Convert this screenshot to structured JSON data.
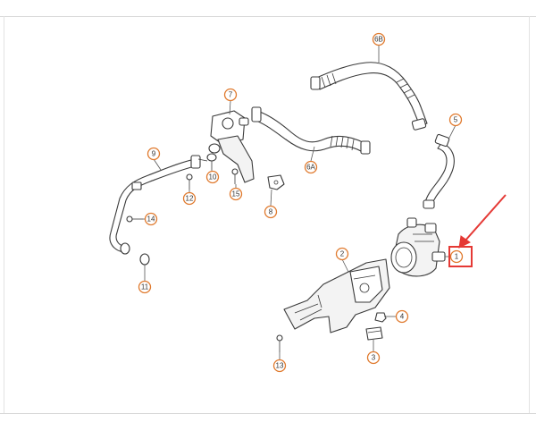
{
  "colors": {
    "callout_ring": "#e07a2e",
    "highlight": "#e53935",
    "line": "#3a3a3a"
  },
  "callouts": {
    "c1": "1",
    "c2": "2",
    "c3": "3",
    "c4": "4",
    "c5": "5",
    "c6a": "6A",
    "c6b": "6B",
    "c7": "7",
    "c8": "8",
    "c9": "9",
    "c10": "10",
    "c11": "11",
    "c12": "12",
    "c13": "13",
    "c14": "14",
    "c15": "15"
  },
  "highlight": {
    "target": "1"
  }
}
